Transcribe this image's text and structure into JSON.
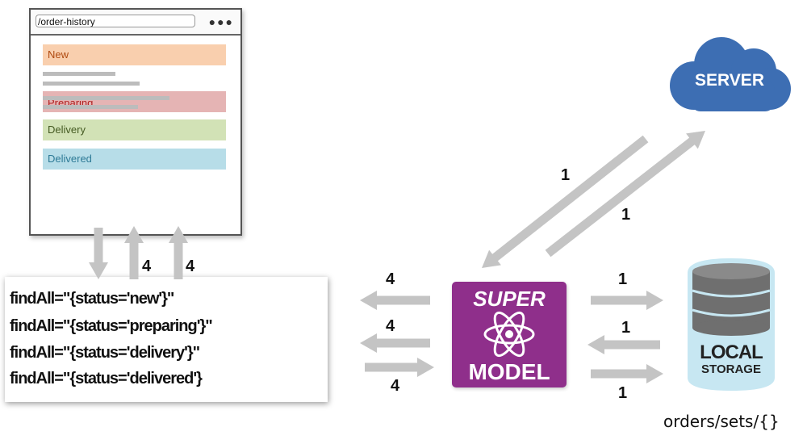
{
  "browser": {
    "url": "/order-history",
    "menu_dots": "●●●",
    "statuses": [
      {
        "label": "New",
        "color": "#f9cfae"
      },
      {
        "label": "Preparing",
        "color": "#e5b4b4"
      },
      {
        "label": "Delivery",
        "color": "#d2e2b6"
      },
      {
        "label": "Delivered",
        "color": "#b7dde8"
      }
    ]
  },
  "queries": [
    "findAll=\"{status='new'}\"",
    "findAll=\"{status='preparing'}\"",
    "findAll=\"{status='delivery'}\"",
    "findAll=\"{status='delivered'}"
  ],
  "server": {
    "label": "SERVER",
    "color": "#3d6eb3"
  },
  "supermodel": {
    "line1": "SUPER",
    "line2": "MODEL",
    "color": "#8f2f8b"
  },
  "storage": {
    "line1": "LOCAL",
    "line2": "STORAGE",
    "color": "#c7e7f2"
  },
  "storage_caption": "orders/sets/{}",
  "arrow_labels": {
    "browser_up_1": "4",
    "browser_up_2": "4",
    "server_down": "1",
    "server_up": "1",
    "sm_to_query_1": "4",
    "sm_to_query_2": "4",
    "query_to_sm": "4",
    "sm_to_storage_1": "1",
    "storage_to_sm": "1",
    "sm_to_storage_2": "1"
  },
  "arrow_color": "#c4c4c4"
}
